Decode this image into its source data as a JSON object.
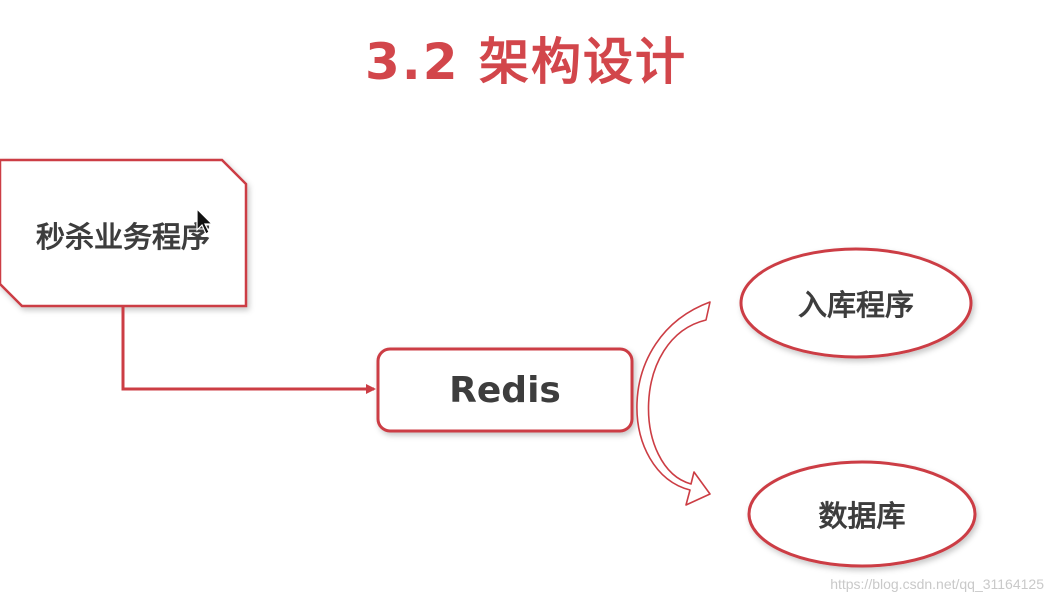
{
  "title": "3.2 架构设计",
  "nodes": {
    "seckill": "秒杀业务程序",
    "redis": "Redis",
    "ingest": "入库程序",
    "db": "数据库"
  },
  "watermark": "https://blog.csdn.net/qq_31164125",
  "colors": {
    "accent": "#d2464b",
    "stroke": "#cc3d44",
    "text": "#3d3d3d"
  },
  "icons": {
    "cursor": "mouse-pointer-icon"
  }
}
